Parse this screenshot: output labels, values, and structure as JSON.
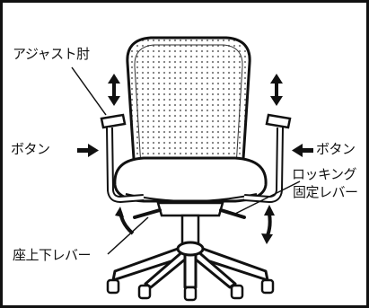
{
  "labels": {
    "armrest": "アジャスト肘",
    "button_left": "ボタン",
    "button_right": "ボタン",
    "rocking_line1": "ロッキング",
    "rocking_line2": "固定レバー",
    "seat_lever": "座上下レバー"
  },
  "colors": {
    "ink": "#111111",
    "frame": "#222222",
    "mesh": "#7a7a7a",
    "background": "#ffffff"
  }
}
